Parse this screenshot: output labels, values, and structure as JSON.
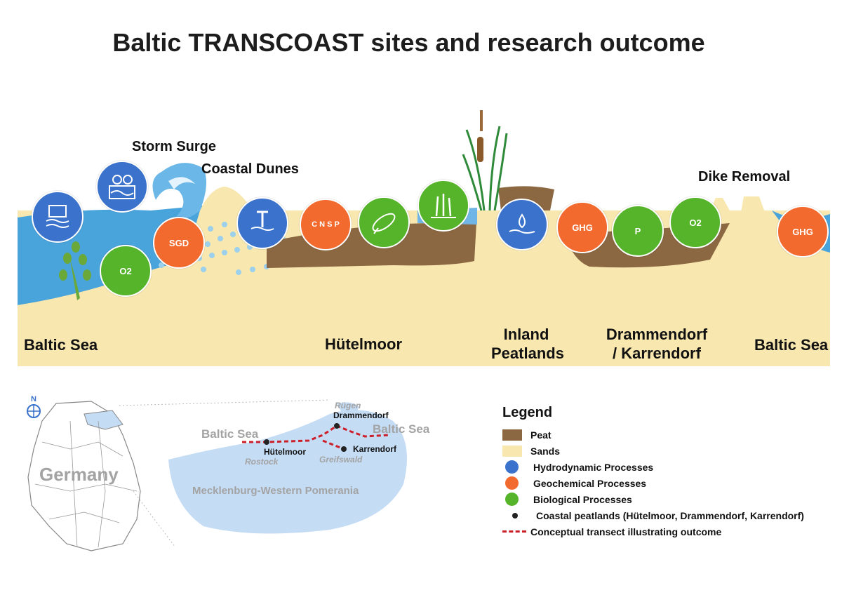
{
  "title": "Baltic TRANSCOAST sites and research outcome",
  "labels": {
    "storm_surge": "Storm Surge",
    "coastal_dunes": "Coastal Dunes",
    "dike_removal": "Dike Removal",
    "baltic_sea_left": "Baltic Sea",
    "huetelmoor": "Hütelmoor",
    "inland_peatlands_1": "Inland",
    "inland_peatlands_2": "Peatlands",
    "drammendorf_1": "Drammendorf",
    "drammendorf_2": "/ Karrendorf",
    "baltic_sea_right": "Baltic Sea"
  },
  "icons": {
    "monitor": "monitor-waves-icon",
    "gears": "gears-waves-icon",
    "sgd": "SGD",
    "o2_left": "O2",
    "sediment_core": "sediment-core-icon",
    "cnsp": [
      "C",
      "N",
      "S",
      "P"
    ],
    "microbe_dna": "microbe-dna-icon",
    "reeds": "reeds-icon",
    "ice_water": "water-drop-icon",
    "ghg_left": "GHG",
    "p_worms": "P",
    "o2_right": "O2",
    "ghg_right": "GHG"
  },
  "map": {
    "germany": "Germany",
    "north": "N",
    "baltic_sea_left": "Baltic Sea",
    "baltic_sea_right": "Baltic Sea",
    "ruegen": "Rügen",
    "drammendorf": "Drammendorf",
    "huetelmoor": "Hütelmoor",
    "karrendorf": "Karrendorf",
    "rostock": "Rostock",
    "greifswald": "Greifswald",
    "state": "Mecklenburg-Western Pomerania"
  },
  "legend": {
    "title": "Legend",
    "items": [
      {
        "label": "Peat",
        "color": "#8b6842"
      },
      {
        "label": "Sands",
        "color": "#f8e8b0"
      },
      {
        "label": "Hydrodynamic Processes",
        "color": "#3a72cc"
      },
      {
        "label": "Geochemical Processes",
        "color": "#f26a2e"
      },
      {
        "label": "Biological Processes",
        "color": "#55b42a"
      },
      {
        "label": "Coastal peatlands (Hütelmoor, Drammendorf, Karrendorf)",
        "color": "#222222"
      },
      {
        "label": "Conceptual transect illustrating outcome",
        "color": "#cc1f2a"
      }
    ]
  },
  "colors": {
    "water": "#4aa4dc",
    "sand": "#f8e8b0",
    "peat": "#8b6842",
    "hydro": "#3a72cc",
    "geo": "#f26a2e",
    "bio": "#55b42a",
    "map_land": "#c5dcf5"
  }
}
